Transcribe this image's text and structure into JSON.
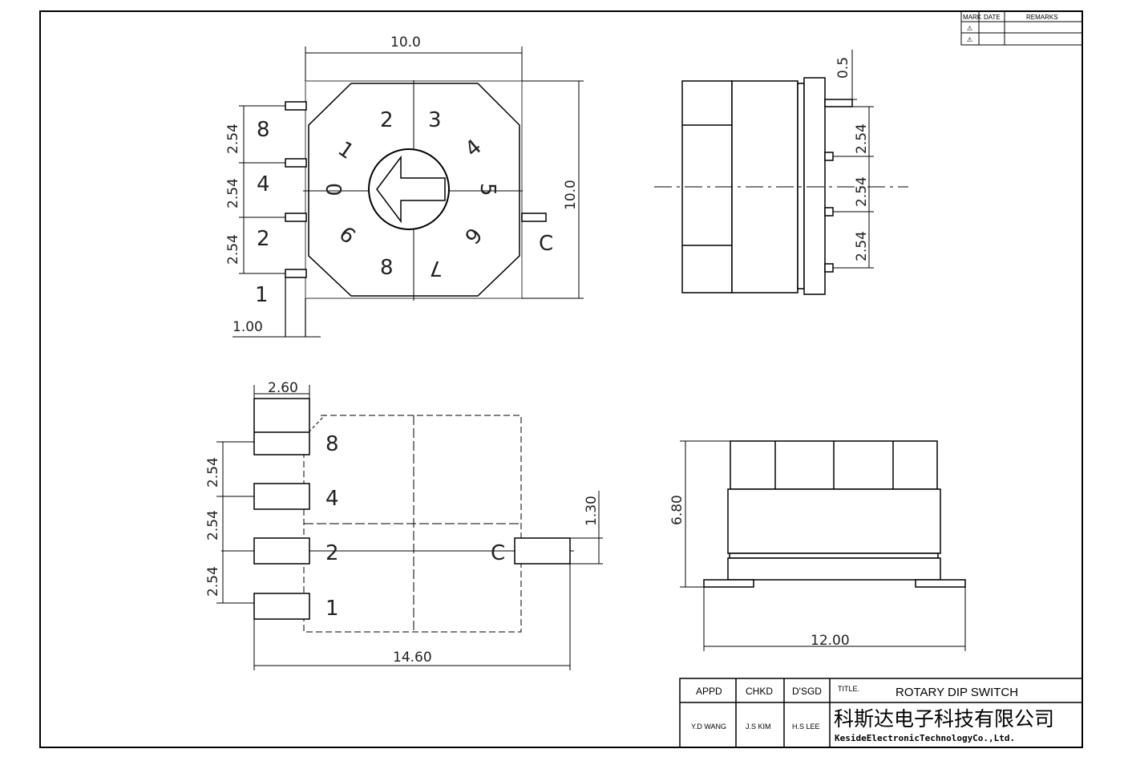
{
  "revision_table": {
    "headers": [
      "MARK",
      "DATE",
      "REMARKS"
    ],
    "marks": [
      "⚠",
      "⚠"
    ]
  },
  "top_view": {
    "width_dim": "10.0",
    "height_dim": "10.0",
    "pitch_dims": [
      "2.54",
      "2.54",
      "2.54"
    ],
    "pin_width_dim": "1.00",
    "pin_labels": [
      "8",
      "4",
      "2",
      "1"
    ],
    "common_label": "C",
    "dial_digits": [
      "0",
      "1",
      "2",
      "3",
      "4",
      "5",
      "6",
      "7",
      "8",
      "9"
    ]
  },
  "side_view": {
    "thickness_dim": "0.5",
    "pitch_dims": [
      "2.54",
      "2.54",
      "2.54"
    ]
  },
  "footprint_view": {
    "pad_width_dim": "2.60",
    "pitch_dims": [
      "2.54",
      "2.54",
      "2.54"
    ],
    "pad_height_dim": "1.30",
    "overall_width_dim": "14.60",
    "pad_labels": [
      "8",
      "4",
      "2",
      "1"
    ],
    "common_label": "C"
  },
  "front_view": {
    "height_dim": "6.80",
    "width_dim": "12.00"
  },
  "title_block": {
    "appd_label": "APPD",
    "chkd_label": "CHKD",
    "dsgd_label": "D'SGD",
    "title_label": "TITLE.",
    "title": "ROTARY DIP SWITCH",
    "appd_name": "Y.D WANG",
    "chkd_name": "J.S KIM",
    "dsgd_name": "H.S LEE",
    "company_cn": "科斯达电子科技有限公司",
    "company_en": "KesideElectronicTechnologyCo.,Ltd."
  }
}
